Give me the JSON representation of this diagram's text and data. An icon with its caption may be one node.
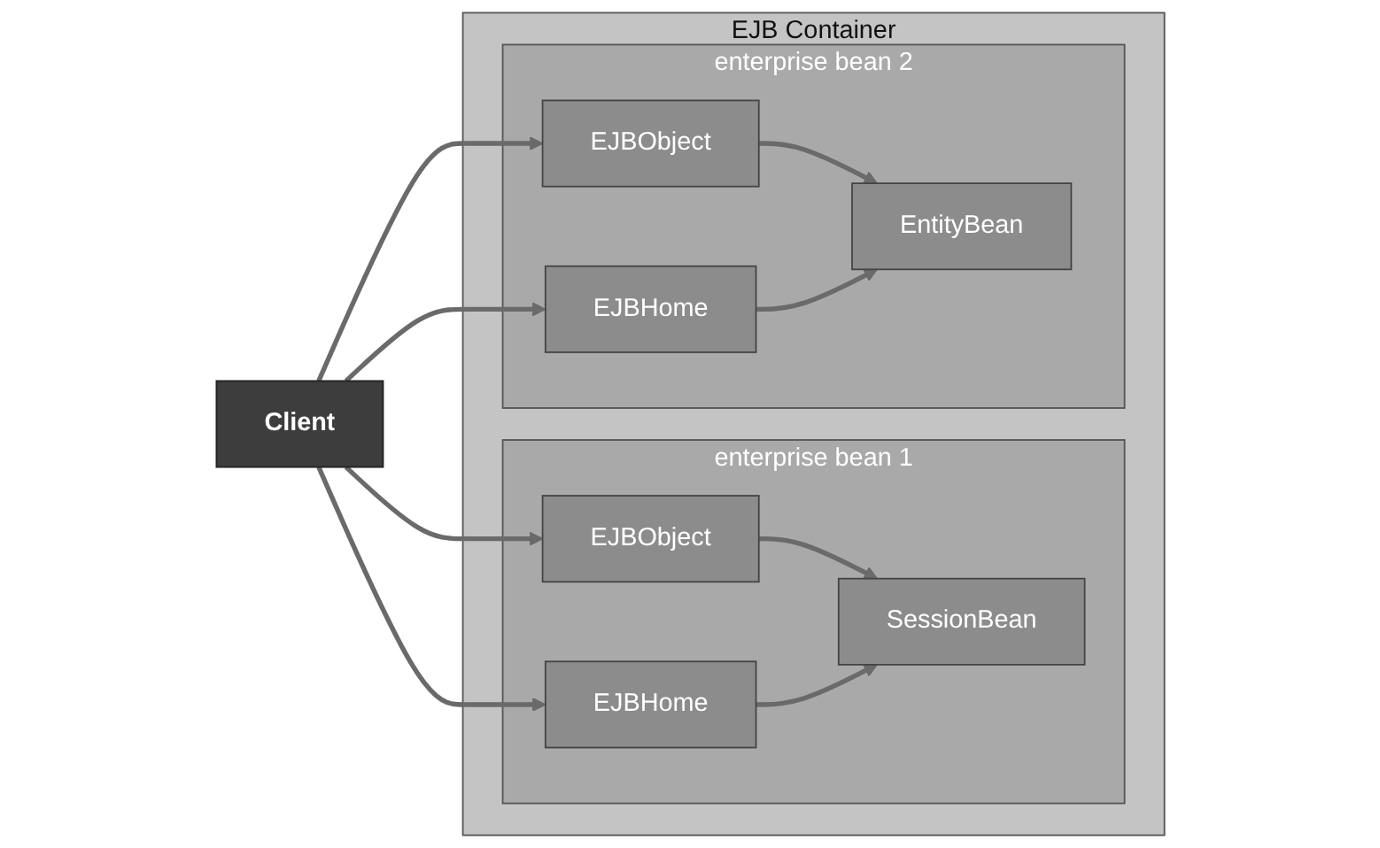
{
  "diagram": {
    "nodes": [
      {
        "text": [
          "Client"
        ]
      },
      {
        "text": [
          "EJB Container"
        ]
      },
      {
        "text": [
          "enterprise bean 1"
        ],
        "in": 1
      },
      {
        "text": [
          "EJBObject"
        ],
        "in": 2
      },
      {
        "text": [
          "EJBHome"
        ],
        "in": 2
      },
      {
        "text": [
          "SessionBean"
        ],
        "in": 2
      },
      {
        "text": [
          "enterprise bean 2"
        ],
        "in": 1
      },
      {
        "text": [
          "EJBObject"
        ],
        "in": 6
      },
      {
        "text": [
          "EJBHome"
        ],
        "in": 6
      },
      {
        "text": [
          "EntityBean"
        ],
        "in": 6
      }
    ],
    "edges": [
      {
        "from": 0,
        "to": 3,
        "arrow": "to"
      },
      {
        "from": 0,
        "to": 4,
        "arrow": "to"
      },
      {
        "from": 0,
        "to": 7,
        "arrow": "to"
      },
      {
        "from": 0,
        "to": 8,
        "arrow": "to"
      },
      {
        "from": 3,
        "to": 5,
        "arrow": "to"
      },
      {
        "from": 4,
        "to": 5,
        "arrow": "to"
      },
      {
        "from": 7,
        "to": 9,
        "arrow": "to"
      },
      {
        "from": 8,
        "to": 9,
        "arrow": "to"
      }
    ]
  }
}
